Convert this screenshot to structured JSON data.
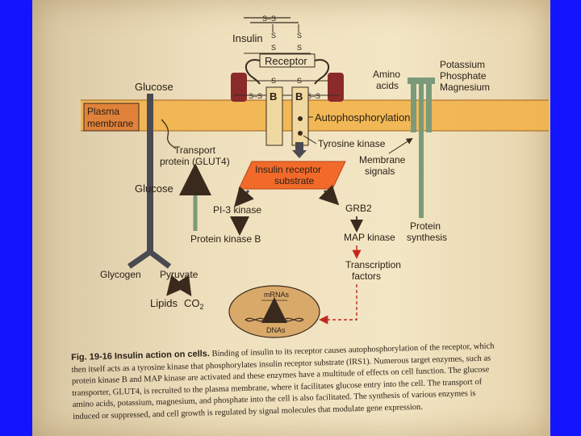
{
  "diagram": {
    "insulin": "Insulin",
    "receptor": "Receptor",
    "disulfide": "S",
    "ss_bond": "S–S",
    "beta_left": "B",
    "beta_right": "B",
    "glucose_top": "Glucose",
    "plasma_membrane_1": "Plasma",
    "plasma_membrane_2": "membrane",
    "amino_acids_1": "Amino",
    "amino_acids_2": "acids",
    "ions_1": "Potassium",
    "ions_2": "Phosphate",
    "ions_3": "Magnesium",
    "autophosphorylation": "Autophosphorylation",
    "tyrosine_kinase": "Tyrosine kinase",
    "transport_protein_1": "Transport",
    "transport_protein_2": "protein (GLUT4)",
    "membrane_signals_1": "Membrane",
    "membrane_signals_2": "signals",
    "irs_1": "Insulin receptor",
    "irs_2": "substrate",
    "glucose_inside": "Glucose",
    "pi3k": "PI-3 kinase",
    "grb2": "GRB2",
    "pkb": "Protein kinase B",
    "map_kinase": "MAP kinase",
    "protein_synthesis_1": "Protein",
    "protein_synthesis_2": "synthesis",
    "glycogen": "Glycogen",
    "pyruvate": "Pyruvate",
    "lipids": "Lipids",
    "co2": "CO",
    "co2_sub": "2",
    "transcription_1": "Transcription",
    "transcription_2": "factors",
    "mrnas": "mRNAs",
    "dnas": "DNAs"
  },
  "caption": {
    "figure_label": "Fig. 19-16  Insulin action on cells.",
    "lines": [
      "Binding of insulin to its receptor causes autophosphorylation of the receptor, which",
      "then itself acts as a tyrosine kinase that phosphorylates insulin receptor substrate (IRS1). Numerous target enzymes, such as",
      "protein kinase B and MAP kinase are activated and these enzymes have a multitude of effects on cell function. The glucose",
      "transporter, GLUT4, is recruited to the plasma membrane, where it facilitates glucose entry into the cell. The transport of",
      "amino acids, potassium, magnesium, and phosphate into the cell is also facilitated. The synthesis of various enzymes is",
      "induced or suppressed, and cell growth is regulated by signal molecules that modulate gene expression."
    ]
  },
  "colors": {
    "membrane": "#f2b24a",
    "membrane_box": "#e0823a",
    "irs": "#f26a2a",
    "pillar": "#8a2a2a",
    "transporter": "#4a4a52",
    "channel": "#7a9a7a",
    "nucleus": "#d9a96a",
    "background": "#1414ff"
  }
}
